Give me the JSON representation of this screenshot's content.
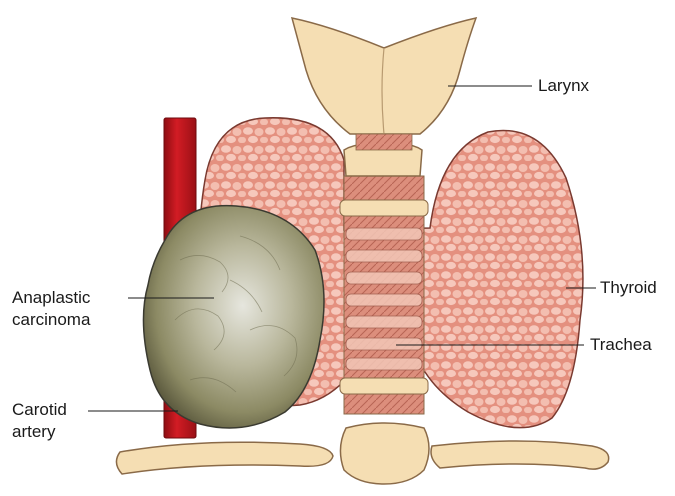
{
  "labels": {
    "larynx": "Larynx",
    "thyroid": "Thyroid",
    "trachea": "Trachea",
    "tumor_line1": "Anaplastic",
    "tumor_line2": "carcinoma",
    "carotid_line1": "Carotid",
    "carotid_line2": "artery"
  },
  "colors": {
    "thyroid": "#e89888",
    "thyroid_follicle": "#f4c4b8",
    "thyroid_outline": "#7a3a30",
    "cartilage": "#f5deb3",
    "cartilage_outline": "#8a6a48",
    "trachea_muscle": "#d98a78",
    "carotid": "#c0161e",
    "tumor": "#a6a488",
    "tumor_highlight": "#d8d8d0",
    "tumor_outline": "#3a3a30",
    "leader_line": "#1a1a1a"
  }
}
